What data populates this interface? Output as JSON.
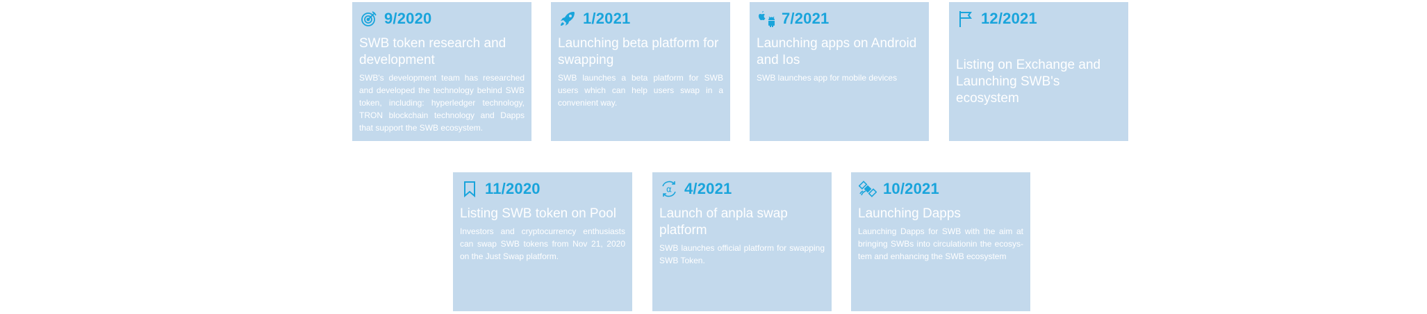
{
  "roadmap": {
    "accent_color": "#19a4db",
    "card_color": "#c3d9ec",
    "items": [
      {
        "icon": "target-icon",
        "date": "9/2020",
        "title": "SWB token research and development",
        "description": "SWB's development team has researched and developed the technology behind SWB token, including: hyperledger technology, TRON blockchain technology and Dapps that support the SWB ecosystem."
      },
      {
        "icon": "rocket-icon",
        "date": "1/2021",
        "title": "Launching beta platform for swapping",
        "description": "SWB launches a beta platform for SWB users which can help users swap in a convenient way."
      },
      {
        "icon": "apple-android-icon",
        "date": "7/2021",
        "title": "Launching apps on Android and Ios",
        "description": "SWB launches app for mobile devices"
      },
      {
        "icon": "flag-icon",
        "date": "12/2021",
        "title": "Listing on Exchange and Launching SWB's ecosystem",
        "description": ""
      },
      {
        "icon": "bookmark-icon",
        "date": "11/2020",
        "title": "Listing SWB token on Pool",
        "description": "Investors and cryptocurrency enthusiasts can swap SWB tokens from Nov 21, 2020 on the Just Swap platform."
      },
      {
        "icon": "alpha-coin-icon",
        "date": "4/2021",
        "title": "Launch of anpla swap platform",
        "description": "SWB launches official platform for swapping SWB Token."
      },
      {
        "icon": "satellite-icon",
        "date": "10/2021",
        "title": "Launching Dapps",
        "description": "Launching Dapps for SWB with the aim at bringing SWBs into circulationin the ecosys-tem and enhancing the SWB ecosystem"
      }
    ]
  }
}
